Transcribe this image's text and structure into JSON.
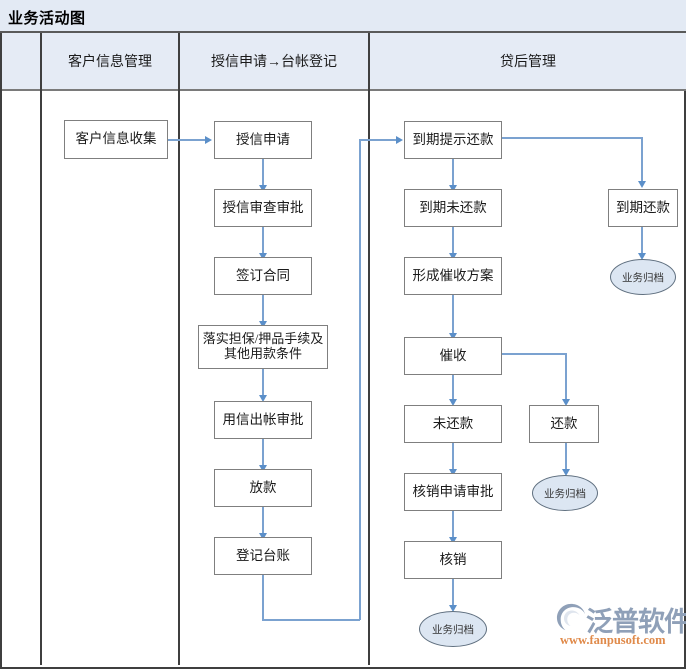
{
  "header": {
    "title": "业务活动图"
  },
  "lanes": [
    {
      "id": "lane-blank",
      "label": ""
    },
    {
      "id": "lane-customer-info",
      "label": "客户信息管理"
    },
    {
      "id": "lane-credit-ledger",
      "label": "授信申请→台帐登记"
    },
    {
      "id": "lane-post-loan",
      "label": "贷后管理"
    }
  ],
  "nodes": {
    "customer_info_collect": "客户信息收集",
    "credit_application": "授信申请",
    "credit_review_approval": "授信审查审批",
    "sign_contract": "签订合同",
    "guarantee_pledge": "落实担保/押品手续及其他用款条件",
    "loan_disbursement_approval": "用信出帐审批",
    "disbursement": "放款",
    "register_ledger": "登记台账",
    "due_reminder_repay": "到期提示还款",
    "due_unpaid": "到期未还款",
    "form_collection_plan": "形成催收方案",
    "collection": "催收",
    "unpaid": "未还款",
    "repaid": "还款",
    "writeoff_application_approval": "核销申请审批",
    "writeoff": "核销",
    "due_repaid": "到期还款",
    "archive_1": "业务归档",
    "archive_2": "业务归档",
    "archive_3": "业务归档"
  },
  "logo": {
    "word": "泛普软件",
    "url": "www.fanpusoft.com"
  },
  "colors": {
    "header_bg": "#e3eaf4",
    "lane_header_bg": "#e5ebf5",
    "connector": "#7ba2d0",
    "arrow": "#5b8fc9",
    "node_border": "#7f7f7f",
    "terminator_fill": "#dce6f2",
    "logo_word": "#8fa0b8",
    "logo_url": "#e08a4a"
  }
}
